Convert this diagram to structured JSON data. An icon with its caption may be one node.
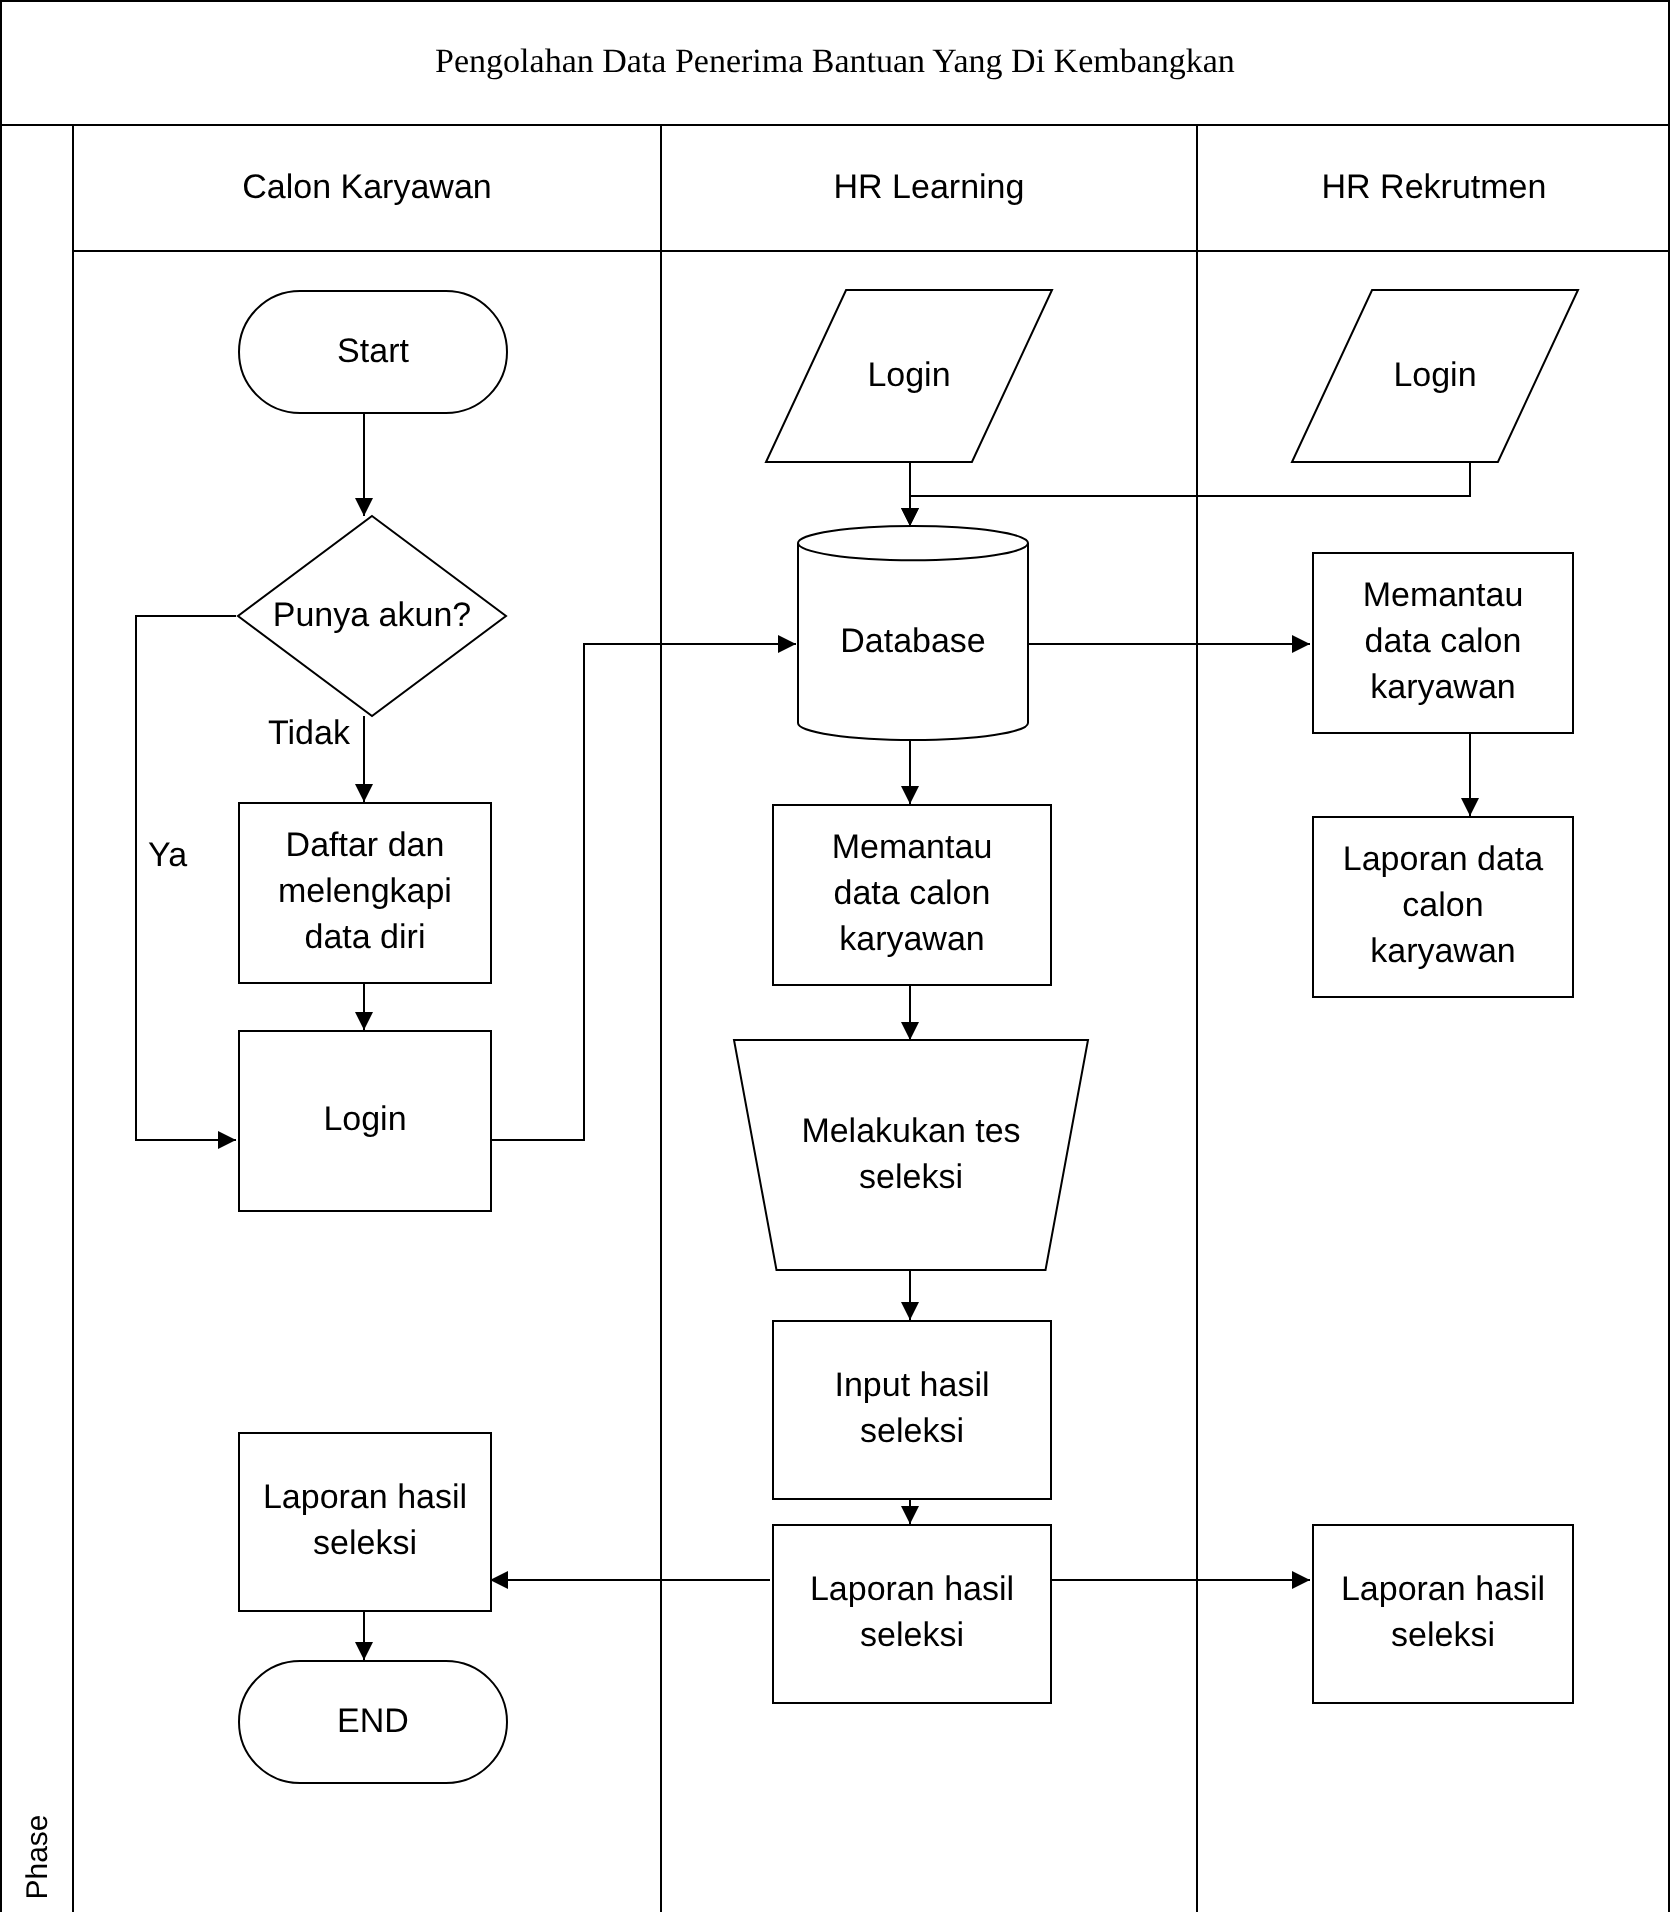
{
  "diagram": {
    "title": "Pengolahan Data Penerima Bantuan Yang Di Kembangkan",
    "nodes": [
      {
        "text": [
          "Calon Karyawan"
        ]
      },
      {
        "text": [
          "HR Learning"
        ]
      },
      {
        "text": [
          "HR Rekrutmen"
        ]
      },
      {
        "text": [
          "Start"
        ],
        "in": 0
      },
      {
        "text": [
          "Punya akun?"
        ],
        "in": 0
      },
      {
        "text": [
          "Daftar dan melengkapi data diri"
        ],
        "in": 0
      },
      {
        "text": [
          "Login"
        ],
        "in": 0
      },
      {
        "text": [
          "Laporan hasil seleksi"
        ],
        "in": 0
      },
      {
        "text": [
          "END"
        ],
        "in": 0
      },
      {
        "text": [
          "Login"
        ],
        "in": 1
      },
      {
        "text": [
          "Database"
        ],
        "in": 1
      },
      {
        "text": [
          "Memantau data calon karyawan"
        ],
        "in": 1
      },
      {
        "text": [
          "Melakukan tes seleksi"
        ],
        "in": 1
      },
      {
        "text": [
          "Input hasil seleksi"
        ],
        "in": 1
      },
      {
        "text": [
          "Laporan hasil seleksi"
        ],
        "in": 1
      },
      {
        "text": [
          "Login"
        ],
        "in": 2
      },
      {
        "text": [
          "Memantau data calon karyawan"
        ],
        "in": 2
      },
      {
        "text": [
          "Laporan data calon karyawan"
        ],
        "in": 2
      },
      {
        "text": [
          "Laporan hasil seleksi"
        ],
        "in": 2
      }
    ],
    "edges": [
      {
        "from": 3,
        "to": 4,
        "arrow": "to"
      },
      {
        "from": 4,
        "to": 5,
        "arrow": "to",
        "label": "Tidak"
      },
      {
        "from": 4,
        "to": 6,
        "arrow": "to",
        "label": "Ya"
      },
      {
        "from": 5,
        "to": 6,
        "arrow": "to"
      },
      {
        "from": 6,
        "to": 10,
        "arrow": "to"
      },
      {
        "from": 9,
        "to": 10,
        "arrow": "to"
      },
      {
        "from": 15,
        "to": 10,
        "arrow": "to"
      },
      {
        "from": 10,
        "to": 16,
        "arrow": "to"
      },
      {
        "from": 16,
        "to": 17,
        "arrow": "to"
      },
      {
        "from": 10,
        "to": 11,
        "arrow": "to"
      },
      {
        "from": 11,
        "to": 12,
        "arrow": "to"
      },
      {
        "from": 12,
        "to": 13,
        "arrow": "to"
      },
      {
        "from": 13,
        "to": 14,
        "arrow": "to"
      },
      {
        "from": 14,
        "to": 7,
        "arrow": "to"
      },
      {
        "from": 14,
        "to": 18,
        "arrow": "to"
      },
      {
        "from": 7,
        "to": 8,
        "arrow": "to"
      }
    ],
    "labels": [
      "Phase"
    ]
  }
}
